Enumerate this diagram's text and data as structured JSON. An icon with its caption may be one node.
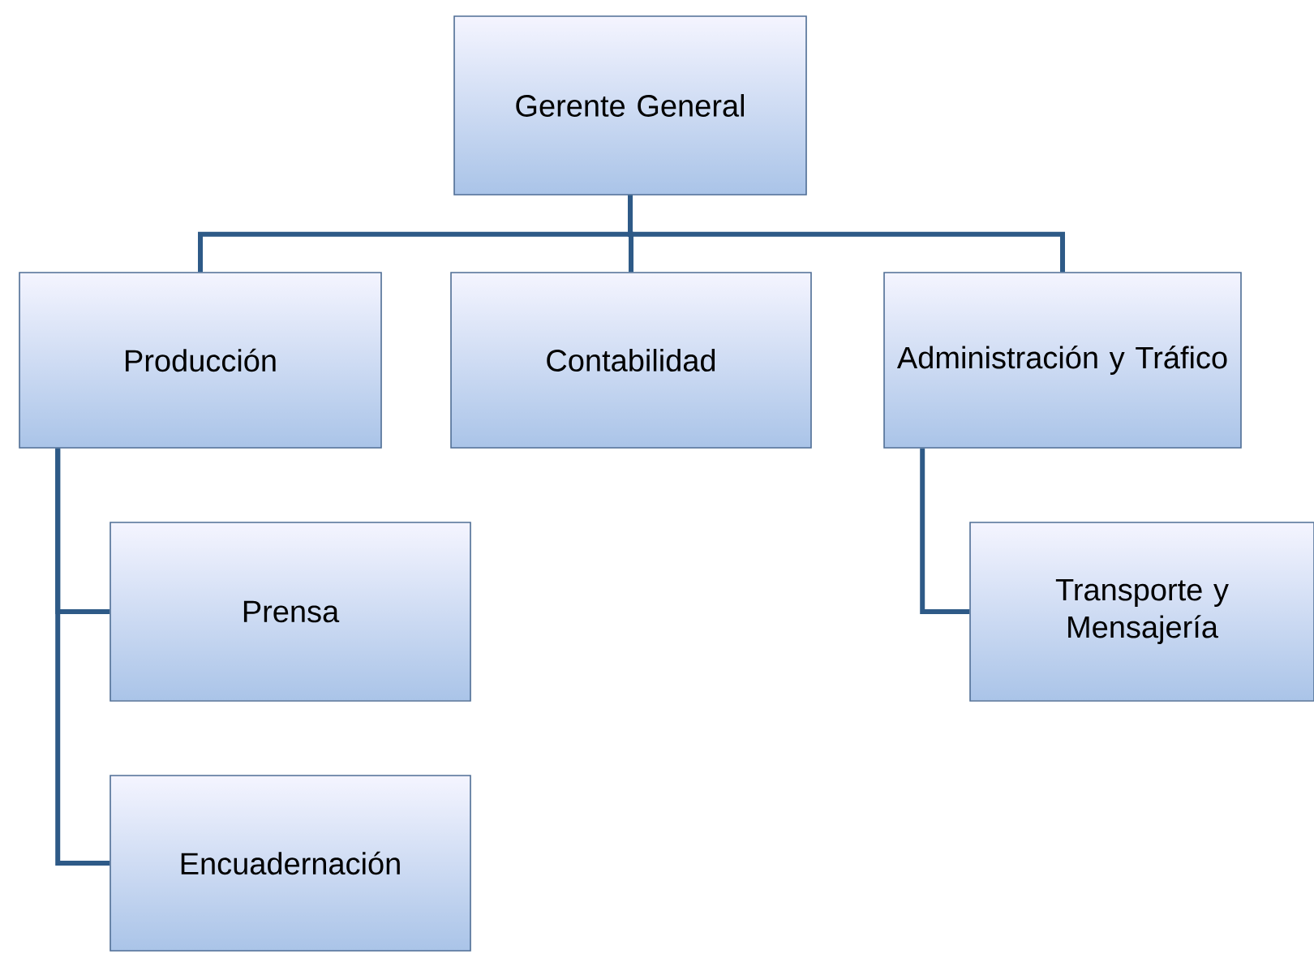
{
  "diagram": {
    "nodes": [
      {
        "text": [
          "Gerente General"
        ]
      },
      {
        "text": [
          "Producción"
        ]
      },
      {
        "text": [
          "Contabilidad"
        ]
      },
      {
        "text": [
          "Administración y Tráfico"
        ]
      },
      {
        "text": [
          "Prensa"
        ]
      },
      {
        "text": [
          "Encuadernación"
        ]
      },
      {
        "text": [
          "Transporte y Mensajería"
        ]
      }
    ],
    "edges": [
      {
        "from": 0,
        "to": 1,
        "arrow": "none"
      },
      {
        "from": 0,
        "to": 2,
        "arrow": "none"
      },
      {
        "from": 0,
        "to": 3,
        "arrow": "none"
      },
      {
        "from": 1,
        "to": 4,
        "arrow": "none"
      },
      {
        "from": 1,
        "to": 5,
        "arrow": "none"
      },
      {
        "from": 3,
        "to": 6,
        "arrow": "none"
      }
    ]
  }
}
